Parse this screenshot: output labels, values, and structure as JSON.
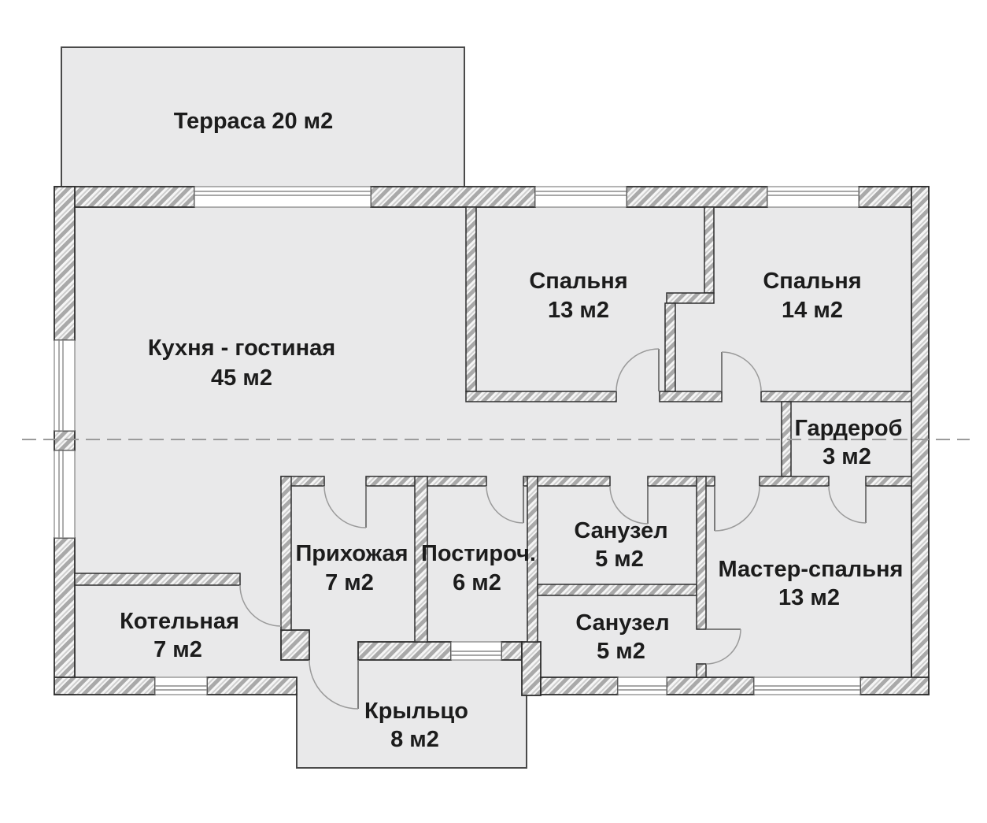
{
  "floor_plan": {
    "colors": {
      "background": "#ffffff",
      "floor": "#e9e9ea",
      "wall_outline": "#2e2e2e",
      "hatch": "#a9a9a9",
      "text": "#1c1c1c",
      "centerline": "#9b9b9b"
    },
    "rooms": {
      "terrace": {
        "label": "Терраса 20 м2"
      },
      "kitchen_living": {
        "name": "Кухня - гостиная",
        "area": "45 м2"
      },
      "bedroom_1": {
        "name": "Спальня",
        "area": "13 м2"
      },
      "bedroom_2": {
        "name": "Спальня",
        "area": "14 м2"
      },
      "wardrobe": {
        "name": "Гардероб",
        "area": "3 м2"
      },
      "hallway": {
        "name": "Прихожая",
        "area": "7 м2"
      },
      "laundry": {
        "name": "Постироч.",
        "area": "6 м2"
      },
      "bathroom_1": {
        "name": "Санузел",
        "area": "5 м2"
      },
      "bathroom_2": {
        "name": "Санузел",
        "area": "5 м2"
      },
      "master_bedroom": {
        "name": "Мастер-спальня",
        "area": "13 м2"
      },
      "boiler": {
        "name": "Котельная",
        "area": "7 м2"
      },
      "porch": {
        "name": "Крыльцо",
        "area": "8 м2"
      }
    }
  }
}
